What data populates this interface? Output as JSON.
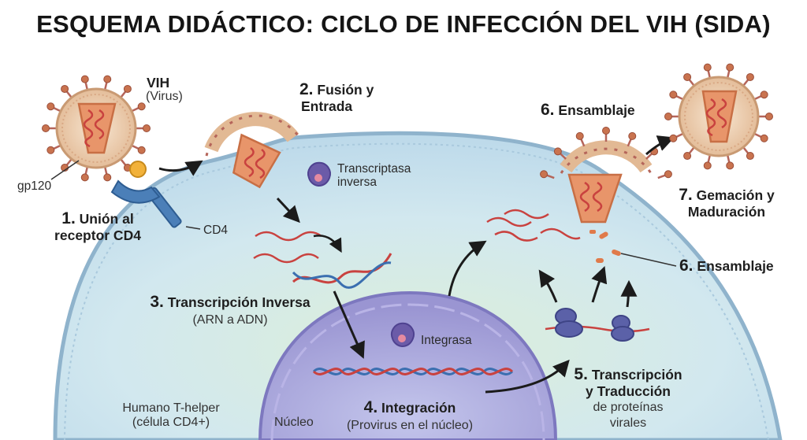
{
  "title": "ESQUEMA DIDÁCTICO: CICLO DE INFECCIÓN DEL VIH (SIDA)",
  "labels": {
    "virus_name": "VIH",
    "virus_sub": "(Virus)",
    "gp120": "gp120",
    "cd4": "CD4",
    "rt_enzyme_1": "Transcriptasa",
    "rt_enzyme_2": "inversa",
    "integrase": "Integrasa",
    "host_cell_1": "Humano T-helper",
    "host_cell_2": "(célula CD4+)",
    "nucleus": "Núcleo"
  },
  "steps": [
    {
      "num": "1.",
      "line1": "Unión al",
      "line2": "receptor CD4"
    },
    {
      "num": "2.",
      "line1": "Fusión y",
      "line2": "Entrada"
    },
    {
      "num": "3.",
      "line1": "Transcripción Inversa",
      "sub": "(ARN a ADN)"
    },
    {
      "num": "4.",
      "line1": "Integración",
      "sub": "(Provirus en el núcleo)"
    },
    {
      "num": "5.",
      "line1": "Transcripción",
      "line2": "y Traducción",
      "sub1": "de proteínas",
      "sub2": "virales"
    },
    {
      "num": "6.",
      "line1": "Ensamblaje"
    },
    {
      "num": "6.",
      "line1": "Ensamblaje"
    },
    {
      "num": "7.",
      "line1": "Gemación y",
      "line2": "Maduración"
    }
  ],
  "colors": {
    "cytoplasm": "#cfe6f0",
    "membrane": "#8fb3cc",
    "nucleus": "#a9a3d8",
    "virus_shell": "#e8c9a8",
    "spike": "#b5655a",
    "capsid": "#e8956a",
    "rna": "#c9423f",
    "dna_blue": "#3b6fb0",
    "enzyme": "#6b5ba8"
  }
}
